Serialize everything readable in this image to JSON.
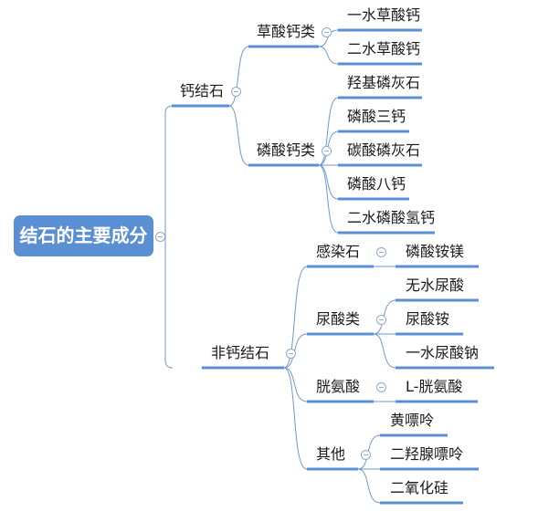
{
  "root": "结石的主要成分",
  "branches": [
    {
      "label": "钙结石",
      "groups": [
        {
          "label": "草酸钙类",
          "items": [
            "一水草酸钙",
            "二水草酸钙"
          ]
        },
        {
          "label": "磷酸钙类",
          "items": [
            "羟基磷灰石",
            "磷酸三钙",
            "碳酸磷灰石",
            "磷酸八钙",
            "二水磷酸氢钙"
          ]
        }
      ]
    },
    {
      "label": "非钙结石",
      "groups": [
        {
          "label": "感染石",
          "items": [
            "磷酸铵镁"
          ]
        },
        {
          "label": "尿酸类",
          "items": [
            "无水尿酸",
            "尿酸铵",
            "一水尿酸钠"
          ]
        },
        {
          "label": "胱氨酸",
          "items": [
            "L-胱氨酸"
          ]
        },
        {
          "label": "其他",
          "items": [
            "黄嘌呤",
            "二羟腺嘌呤",
            "二氧化硅"
          ]
        }
      ]
    }
  ],
  "colors": {
    "accent": "#5b8fd4",
    "line": "#6f97cf"
  }
}
